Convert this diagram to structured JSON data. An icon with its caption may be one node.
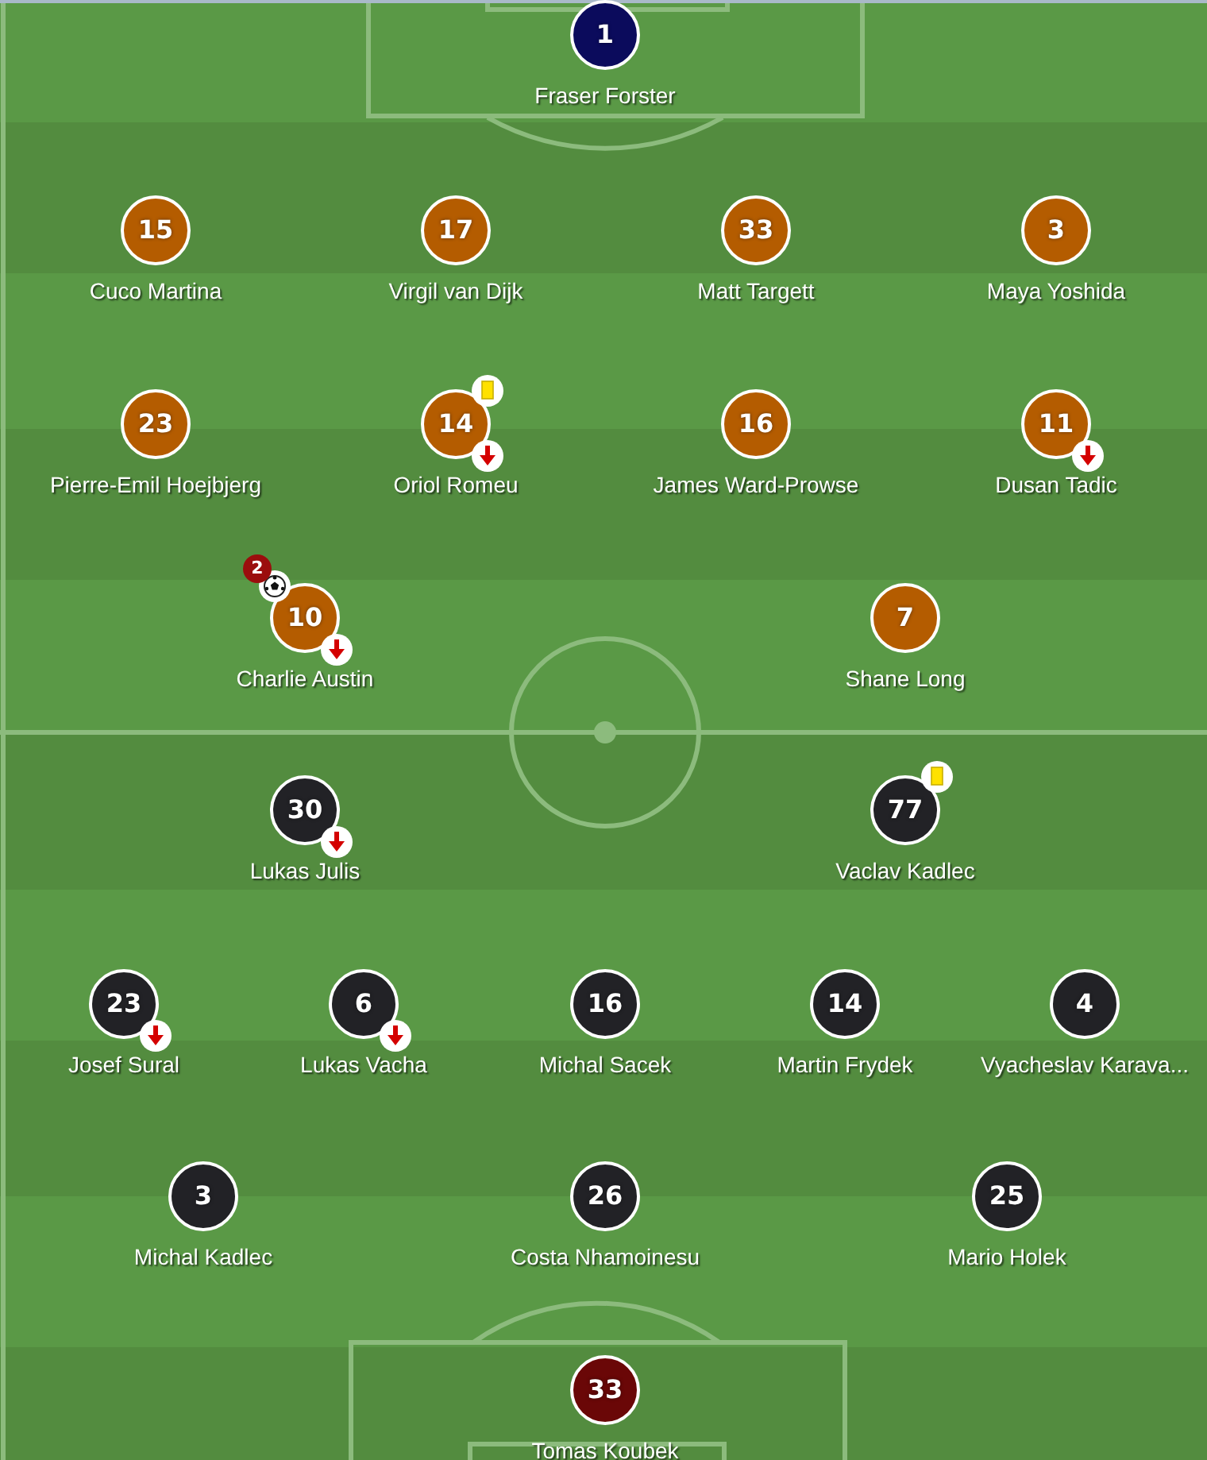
{
  "diagram": {
    "nodes": [
      {
        "text": [
          "1"
        ],
        "beside": [
          "Fraser Forster"
        ]
      },
      {
        "text": [
          "15"
        ],
        "beside": [
          "Cuco Martina"
        ]
      },
      {
        "text": [
          "17"
        ],
        "beside": [
          "Virgil van Dijk"
        ]
      },
      {
        "text": [
          "33"
        ],
        "beside": [
          "Matt Targett"
        ]
      },
      {
        "text": [
          "3"
        ],
        "beside": [
          "Maya Yoshida"
        ]
      },
      {
        "text": [
          "23"
        ],
        "beside": [
          "Pierre-Emil Hoejbjerg"
        ]
      },
      {
        "text": [
          "14"
        ],
        "beside": [
          "Oriol Romeu"
        ]
      },
      {
        "text": [
          "16"
        ],
        "beside": [
          "James Ward-Prowse"
        ]
      },
      {
        "text": [
          "11"
        ],
        "beside": [
          "Dusan Tadic"
        ]
      },
      {
        "text": [
          "2"
        ]
      },
      {
        "text": [
          "10"
        ],
        "beside": [
          "Charlie Austin"
        ]
      },
      {
        "text": [
          "7"
        ],
        "beside": [
          "Shane Long"
        ]
      },
      {
        "text": [
          "30"
        ],
        "beside": [
          "Lukas Julis"
        ]
      },
      {
        "text": [
          "77"
        ],
        "beside": [
          "Vaclav Kadlec"
        ]
      },
      {
        "text": [
          "23"
        ],
        "beside": [
          "Josef Sural"
        ]
      },
      {
        "text": [
          "6"
        ],
        "beside": [
          "Lukas Vacha"
        ]
      },
      {
        "text": [
          "16"
        ],
        "beside": [
          "Michal Sacek"
        ]
      },
      {
        "text": [
          "14"
        ],
        "beside": [
          "Martin Frydek"
        ]
      },
      {
        "text": [
          "4"
        ],
        "beside": [
          "Vyacheslav Karava..."
        ]
      },
      {
        "text": [
          "3"
        ],
        "beside": [
          "Michal Kadlec"
        ]
      },
      {
        "text": [
          "26"
        ],
        "beside": [
          "Costa Nhamoinesu"
        ]
      },
      {
        "text": [
          "25"
        ],
        "beside": [
          "Mario Holek"
        ]
      },
      {
        "text": [
          "33"
        ],
        "beside": [
          "Tomas Koubek"
        ]
      }
    ]
  }
}
